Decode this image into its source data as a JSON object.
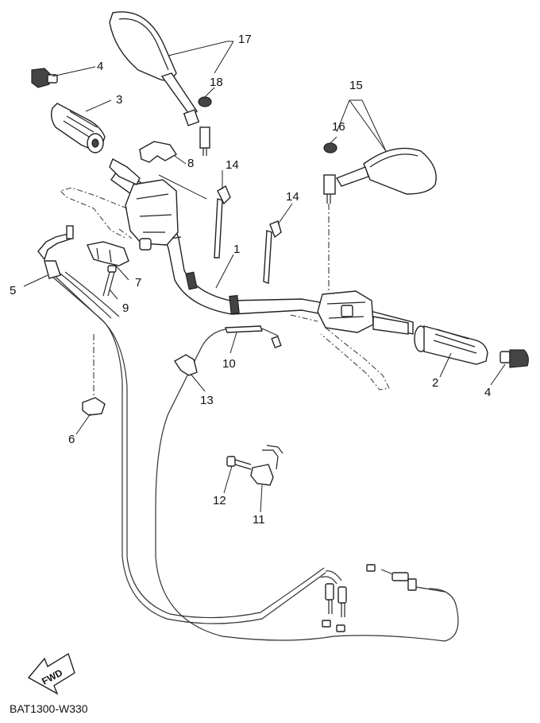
{
  "callouts": {
    "c1": "1",
    "c2": "2",
    "c3": "3",
    "c4a": "4",
    "c4b": "4",
    "c5": "5",
    "c6": "6",
    "c7": "7",
    "c8": "8",
    "c9": "9",
    "c10": "10",
    "c11": "11",
    "c12": "12",
    "c13": "13",
    "c14a": "14",
    "c14b": "14",
    "c15": "15",
    "c16": "16",
    "c17": "17",
    "c18": "18"
  },
  "fwd_label": "FWD",
  "footer_code": "BAT1300-W330"
}
